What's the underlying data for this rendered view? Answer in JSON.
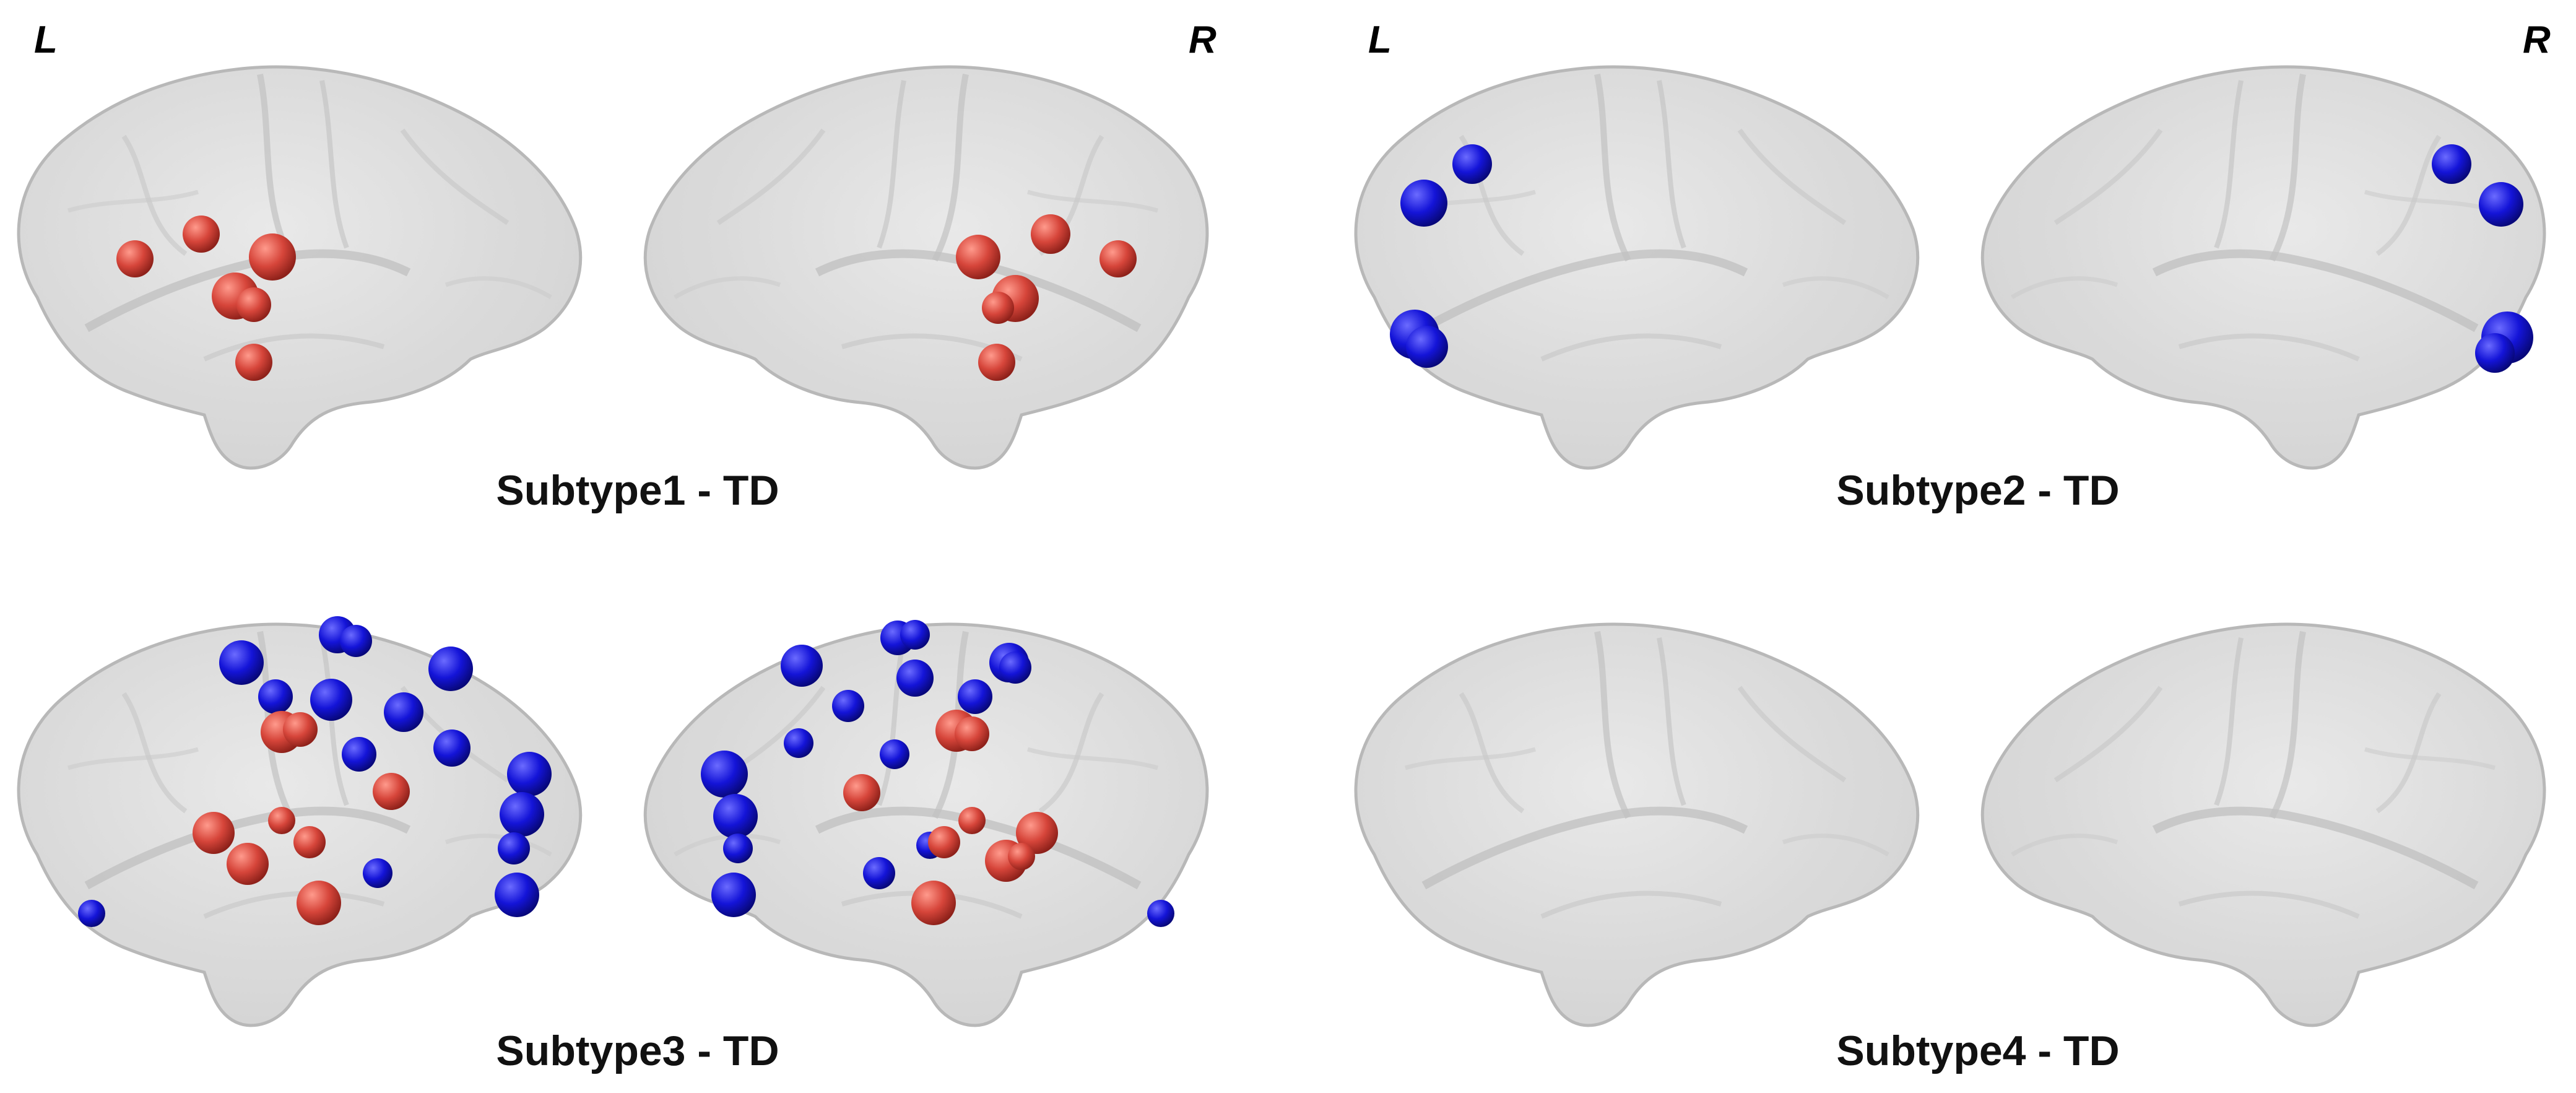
{
  "hemisphere_labels": {
    "left": "L",
    "right": "R"
  },
  "colors": {
    "positive_node": "#d6453a",
    "negative_node": "#1414d8",
    "brain_surface": "#d9d9d9",
    "brain_outline": "#b8b8b8"
  },
  "panels": [
    {
      "title": "Subtype1 - TD",
      "left_nodes": [
        {
          "c": "red"
        },
        {
          "c": "red"
        },
        {
          "c": "red"
        },
        {
          "c": "red"
        },
        {
          "c": "red"
        },
        {
          "c": "red"
        }
      ],
      "right_nodes": [
        {
          "c": "red"
        },
        {
          "c": "red"
        },
        {
          "c": "red"
        },
        {
          "c": "red"
        },
        {
          "c": "red"
        },
        {
          "c": "red"
        }
      ]
    },
    {
      "title": "Subtype2 - TD",
      "left_nodes": [
        {
          "c": "blue"
        },
        {
          "c": "blue"
        },
        {
          "c": "blue"
        },
        {
          "c": "blue"
        }
      ],
      "right_nodes": [
        {
          "c": "blue"
        },
        {
          "c": "blue"
        },
        {
          "c": "blue"
        },
        {
          "c": "blue"
        }
      ]
    },
    {
      "title": "Subtype3 - TD",
      "left_nodes": [],
      "right_nodes": []
    },
    {
      "title": "Subtype4 - TD",
      "left_nodes": [],
      "right_nodes": []
    }
  ]
}
